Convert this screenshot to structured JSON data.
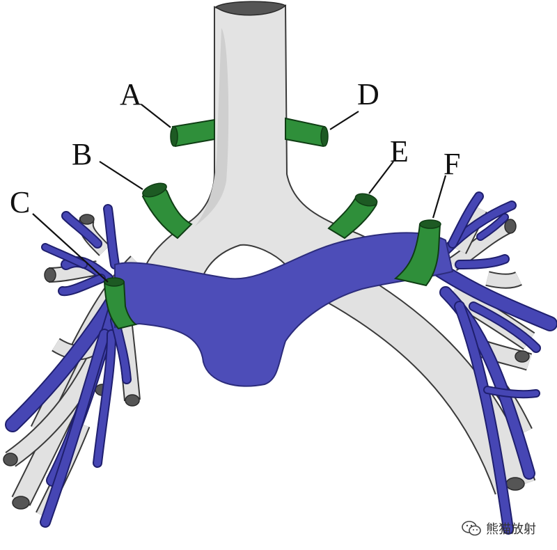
{
  "labels": {
    "a": "A",
    "b": "B",
    "c": "C",
    "d": "D",
    "e": "E",
    "f": "F"
  },
  "watermark": {
    "text": "熊猫放射",
    "icon": "wechat-icon"
  },
  "colors": {
    "airway": "#e3e3e3",
    "artery": "#4d4db8",
    "lymph_node": "#2f8f3a"
  }
}
